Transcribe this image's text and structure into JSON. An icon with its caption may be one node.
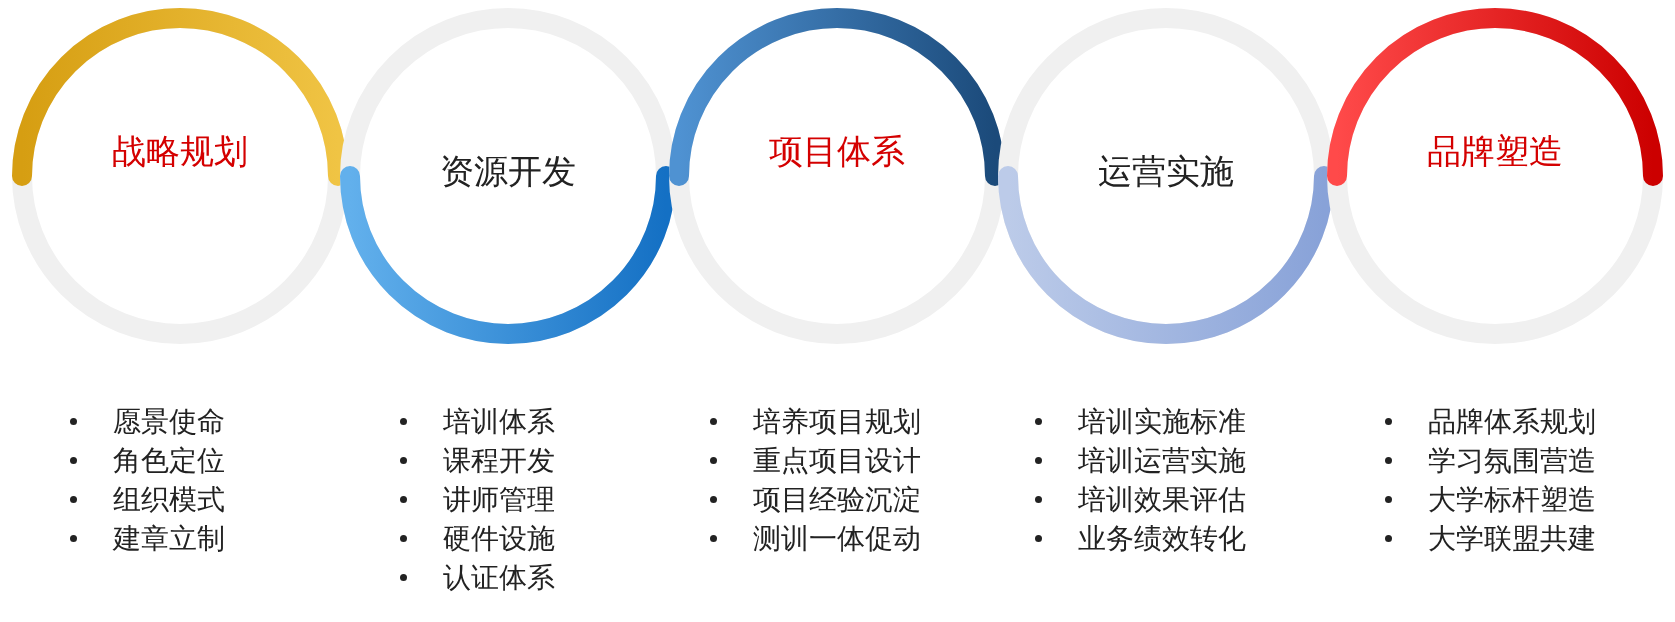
{
  "diagram": {
    "nodes": [
      {
        "text": [
          "战略规划"
        ],
        "beside": [
          "愿景使命",
          "角色定位",
          "组织模式",
          "建章立制"
        ]
      },
      {
        "text": [
          "资源开发"
        ],
        "beside": [
          "培训体系",
          "课程开发",
          "讲师管理",
          "硬件设施",
          "认证体系"
        ]
      },
      {
        "text": [
          "项目体系"
        ],
        "beside": [
          "培养项目规划",
          "重点项目设计",
          "项目经验沉淀",
          "测训一体促动"
        ]
      },
      {
        "text": [
          "运营实施"
        ],
        "beside": [
          "培训实施标准",
          "培训运营实施",
          "培训效果评估",
          "业务绩效转化"
        ]
      },
      {
        "text": [
          "品牌塑造"
        ],
        "beside": [
          "品牌体系规划",
          "学习氛围营造",
          "大学标杆塑造",
          "大学联盟共建"
        ]
      }
    ]
  }
}
